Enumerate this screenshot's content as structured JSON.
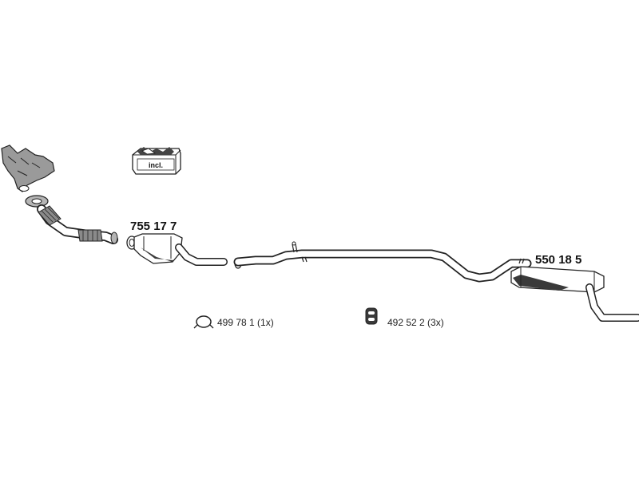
{
  "parts": {
    "catalyst": {
      "number": "755 17 7"
    },
    "rear_silencer": {
      "number": "550 18 5"
    }
  },
  "kit_box": {
    "label": "incl."
  },
  "accessories": [
    {
      "icon": "clamp-ring-icon",
      "label": "499 78 1 (1x)"
    },
    {
      "icon": "rubber-hanger-icon",
      "label": "492 52 2 (3x)"
    }
  ]
}
